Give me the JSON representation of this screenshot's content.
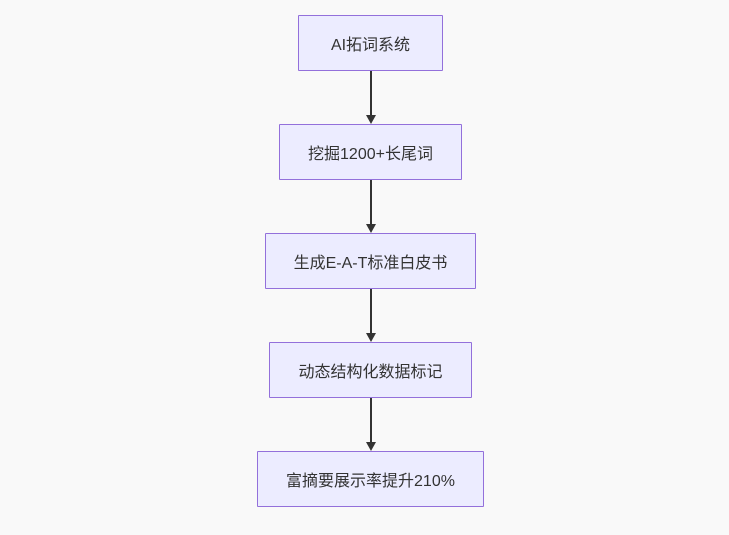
{
  "flowchart": {
    "type": "flowchart-top-down",
    "nodes": [
      {
        "id": "n1",
        "label": "AI拓词系统"
      },
      {
        "id": "n2",
        "label": "挖掘1200+长尾词"
      },
      {
        "id": "n3",
        "label": "生成E-A-T标准白皮书"
      },
      {
        "id": "n4",
        "label": "动态结构化数据标记"
      },
      {
        "id": "n5",
        "label": "富摘要展示率提升210%"
      }
    ],
    "edges": [
      {
        "from": "n1",
        "to": "n2"
      },
      {
        "from": "n2",
        "to": "n3"
      },
      {
        "from": "n3",
        "to": "n4"
      },
      {
        "from": "n4",
        "to": "n5"
      }
    ]
  },
  "colors": {
    "background": "#f9f9f9",
    "node_fill": "#ececff",
    "node_border": "#9370db",
    "text": "#333333",
    "arrow": "#333333"
  }
}
